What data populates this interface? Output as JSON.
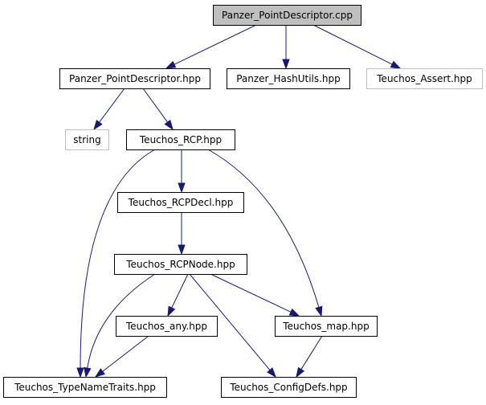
{
  "diagram": {
    "type": "include-dependency-graph",
    "colors": {
      "edge": "#191970",
      "root_fill": "#bfbfbf",
      "node_border": "#000000",
      "external_border": "#bfbfbf",
      "background": "#ffffff"
    },
    "nodes": [
      {
        "id": "n0",
        "label": "Panzer_PointDescriptor.cpp",
        "kind": "root"
      },
      {
        "id": "n1",
        "label": "Panzer_PointDescriptor.hpp",
        "kind": "normal"
      },
      {
        "id": "n2",
        "label": "Panzer_HashUtils.hpp",
        "kind": "normal"
      },
      {
        "id": "n3",
        "label": "Teuchos_Assert.hpp",
        "kind": "external"
      },
      {
        "id": "n4",
        "label": "string",
        "kind": "external"
      },
      {
        "id": "n5",
        "label": "Teuchos_RCP.hpp",
        "kind": "normal"
      },
      {
        "id": "n6",
        "label": "Teuchos_RCPDecl.hpp",
        "kind": "normal"
      },
      {
        "id": "n7",
        "label": "Teuchos_RCPNode.hpp",
        "kind": "normal"
      },
      {
        "id": "n8",
        "label": "Teuchos_any.hpp",
        "kind": "normal"
      },
      {
        "id": "n9",
        "label": "Teuchos_map.hpp",
        "kind": "normal"
      },
      {
        "id": "n10",
        "label": "Teuchos_TypeNameTraits.hpp",
        "kind": "normal"
      },
      {
        "id": "n11",
        "label": "Teuchos_ConfigDefs.hpp",
        "kind": "normal"
      }
    ],
    "edges": [
      {
        "from": "n0",
        "to": "n1"
      },
      {
        "from": "n0",
        "to": "n2"
      },
      {
        "from": "n0",
        "to": "n3"
      },
      {
        "from": "n1",
        "to": "n4"
      },
      {
        "from": "n1",
        "to": "n5"
      },
      {
        "from": "n5",
        "to": "n6"
      },
      {
        "from": "n5",
        "to": "n10"
      },
      {
        "from": "n5",
        "to": "n9"
      },
      {
        "from": "n6",
        "to": "n7"
      },
      {
        "from": "n7",
        "to": "n8"
      },
      {
        "from": "n7",
        "to": "n9"
      },
      {
        "from": "n7",
        "to": "n10"
      },
      {
        "from": "n7",
        "to": "n11"
      },
      {
        "from": "n8",
        "to": "n10"
      },
      {
        "from": "n9",
        "to": "n11"
      }
    ]
  }
}
